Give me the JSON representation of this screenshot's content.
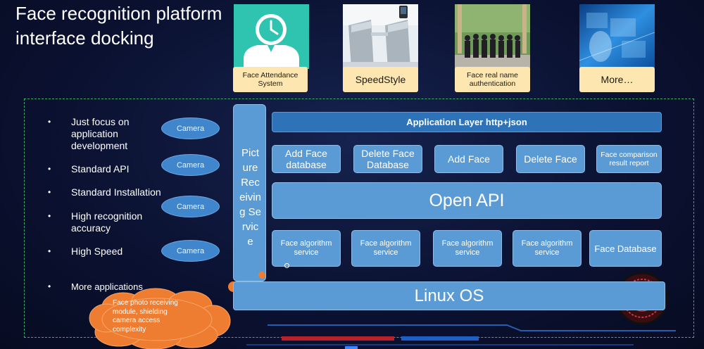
{
  "title": "Face recognition platform interface docking",
  "products": [
    {
      "caption": "Face Attendance System",
      "image": "clock-attendance-icon"
    },
    {
      "caption": "SpeedStyle",
      "image": "speed-gate-photo"
    },
    {
      "caption": "Face real name authentication",
      "image": "people-group-photo"
    },
    {
      "caption": "More…",
      "image": "digital-face-photo"
    }
  ],
  "features": [
    "Just focus on application development",
    "Standard API",
    "Standard Installation",
    "High recognition accuracy",
    "High Speed",
    "More applications"
  ],
  "cameras": [
    "Camera",
    "Camera",
    "Camera",
    "Camera"
  ],
  "picture_service": "Picture Receiving Service",
  "application_layer": "Application Layer  http+json",
  "api_functions": [
    "Add Face database",
    "Delete Face Database",
    "Add Face",
    "Delete Face",
    "Face comparison result report"
  ],
  "open_api": "Open API",
  "algorithm_services": [
    "Face algorithm service",
    "Face algorithm service",
    "Face algorithm service",
    "Face algorithm service",
    "Face Database"
  ],
  "linux_os": "Linux OS",
  "cloud_note": "Face photo receiving module, shielding camera access complexity",
  "colors": {
    "background": "#0b1232",
    "box_blue": "#5b9bd5",
    "layer_blue": "#2e73b8",
    "caption_cream": "#fde6b0",
    "accent_orange": "#ef7d31",
    "frame_green": "#3fae62"
  }
}
